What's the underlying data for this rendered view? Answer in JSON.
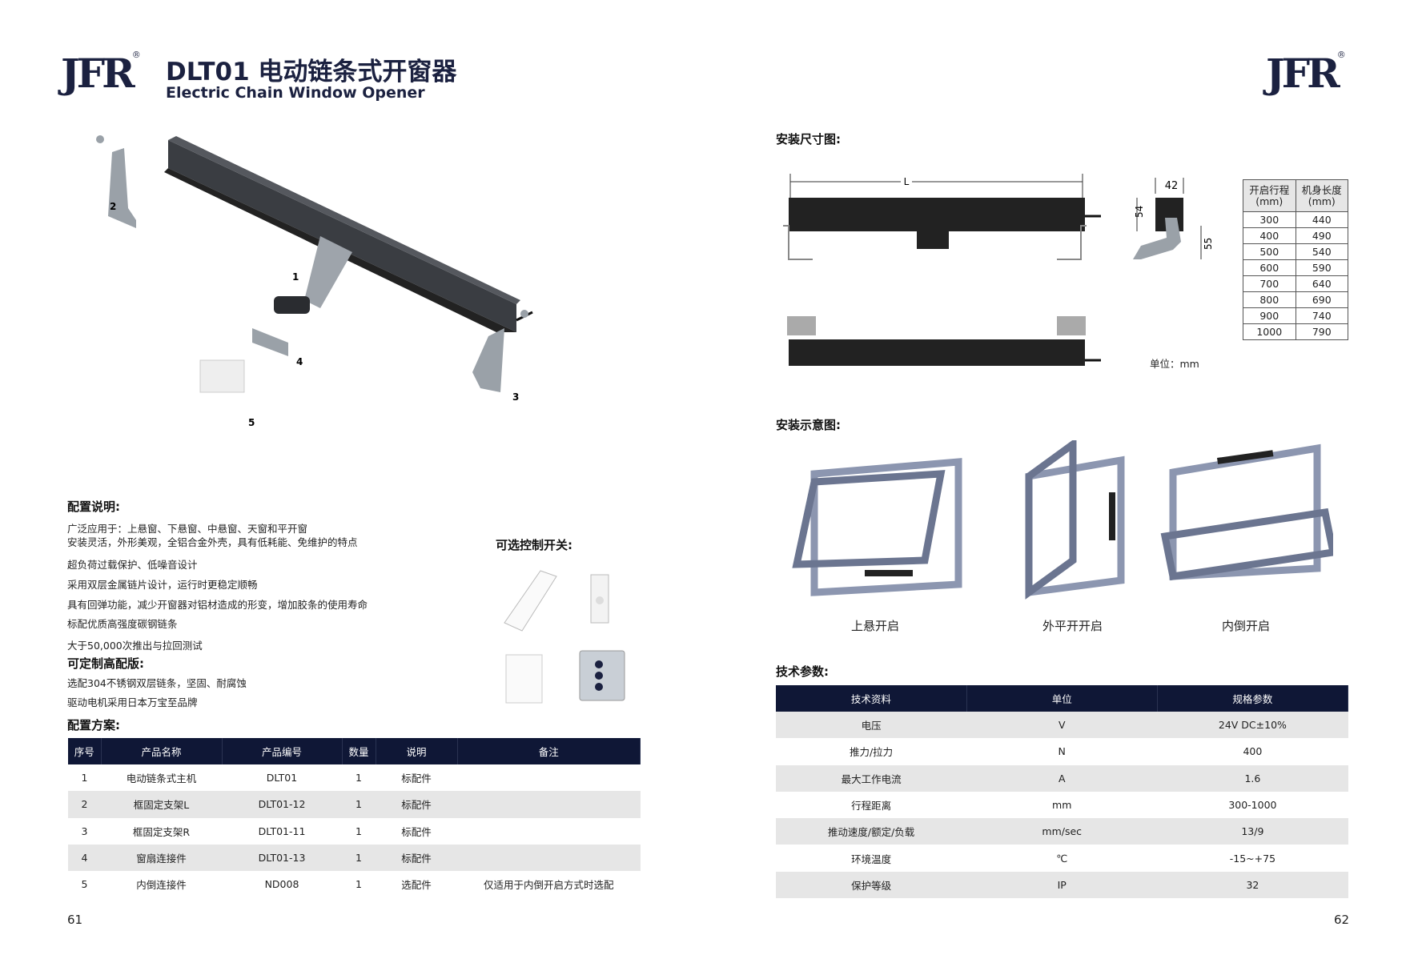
{
  "brand": {
    "logo": "JFR",
    "registered": "®"
  },
  "header": {
    "title": "DLT01 电动链条式开窗器",
    "subtitle": "Electric Chain Window Opener"
  },
  "product_parts": {
    "labels": [
      "1",
      "2",
      "3",
      "4",
      "5"
    ]
  },
  "config": {
    "heading": "配置说明:",
    "lines": [
      "广泛应用于：上悬窗、下悬窗、中悬窗、天窗和平开窗",
      "安装灵活，外形美观，全铝合金外壳，具有低耗能、免维护的特点",
      "超负荷过载保护、低噪音设计",
      "采用双层金属链片设计，运行时更稳定顺畅",
      "具有回弹功能，减少开窗器对铝材造成的形变，增加胶条的使用寿命",
      "标配优质高强度碳钢链条",
      "大于50,000次推出与拉回测试"
    ]
  },
  "custom": {
    "heading": "可定制高配版:",
    "lines": [
      "选配304不锈钢双层链条，坚固、耐腐蚀",
      "驱动电机采用日本万宝至品牌"
    ]
  },
  "switches": {
    "heading": "可选控制开关:"
  },
  "plan": {
    "heading": "配置方案:",
    "headers": [
      "序号",
      "产品名称",
      "产品编号",
      "数量",
      "说明",
      "备注"
    ],
    "rows": [
      [
        "1",
        "电动链条式主机",
        "DLT01",
        "1",
        "标配件",
        ""
      ],
      [
        "2",
        "框固定支架L",
        "DLT01-12",
        "1",
        "标配件",
        ""
      ],
      [
        "3",
        "框固定支架R",
        "DLT01-11",
        "1",
        "标配件",
        ""
      ],
      [
        "4",
        "窗扇连接件",
        "DLT01-13",
        "1",
        "标配件",
        ""
      ],
      [
        "5",
        "内倒连接件",
        "ND008",
        "1",
        "选配件",
        "仅适用于内倒开启方式时选配"
      ]
    ]
  },
  "dimensions": {
    "heading": "安装尺寸图:",
    "L": "L",
    "w42": "42",
    "h54": "54",
    "h55": "55",
    "unit": "单位：mm",
    "headers": [
      "开启行程\n(mm)",
      "机身长度\n(mm)"
    ],
    "rows": [
      [
        "300",
        "440"
      ],
      [
        "400",
        "490"
      ],
      [
        "500",
        "540"
      ],
      [
        "600",
        "590"
      ],
      [
        "700",
        "640"
      ],
      [
        "800",
        "690"
      ],
      [
        "900",
        "740"
      ],
      [
        "1000",
        "790"
      ]
    ]
  },
  "install": {
    "heading": "安装示意图:",
    "captions": [
      "上悬开启",
      "外平开开启",
      "内倒开启"
    ]
  },
  "specs": {
    "heading": "技术参数:",
    "headers": [
      "技术资料",
      "单位",
      "规格参数"
    ],
    "rows": [
      [
        "电压",
        "V",
        "24V DC±10%"
      ],
      [
        "推力/拉力",
        "N",
        "400"
      ],
      [
        "最大工作电流",
        "A",
        "1.6"
      ],
      [
        "行程距离",
        "mm",
        "300-1000"
      ],
      [
        "推动速度/额定/负载",
        "mm/sec",
        "13/9"
      ],
      [
        "环境温度",
        "℃",
        "-15~+75"
      ],
      [
        "保护等级",
        "IP",
        "32"
      ]
    ]
  },
  "pages": {
    "left": "61",
    "right": "62"
  }
}
